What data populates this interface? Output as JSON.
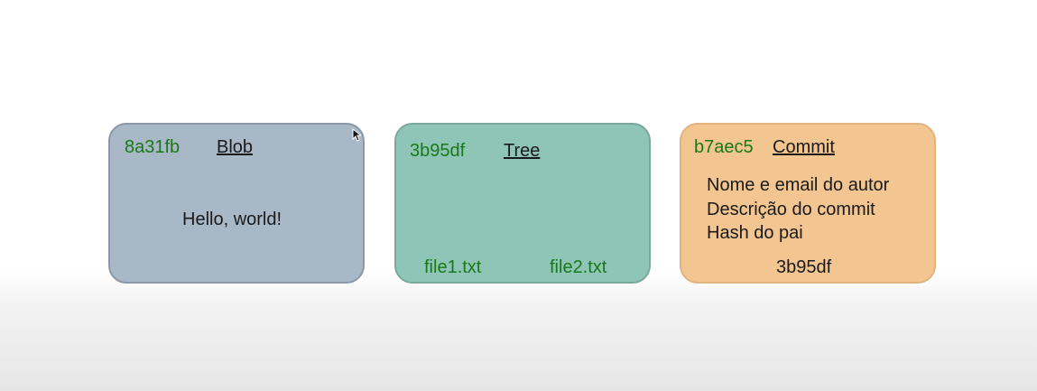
{
  "objects": {
    "blob": {
      "hash": "8a31fb",
      "type": "Blob",
      "content": "Hello, world!"
    },
    "tree": {
      "hash": "3b95df",
      "type": "Tree",
      "files": [
        "file1.txt",
        "file2.txt"
      ]
    },
    "commit": {
      "hash": "b7aec5",
      "type": "Commit",
      "lines": [
        "Nome e email do autor",
        "Descrição do commit",
        "Hash do pai"
      ],
      "tree_ref": "3b95df"
    }
  },
  "colors": {
    "blob_fill": "#a8b8c7",
    "tree_fill": "#8fc5b6",
    "commit_fill": "#f2c591",
    "hash_text": "#177a17",
    "text": "#1a1a1a"
  },
  "icons": {
    "cursor": "mouse-pointer-icon"
  }
}
